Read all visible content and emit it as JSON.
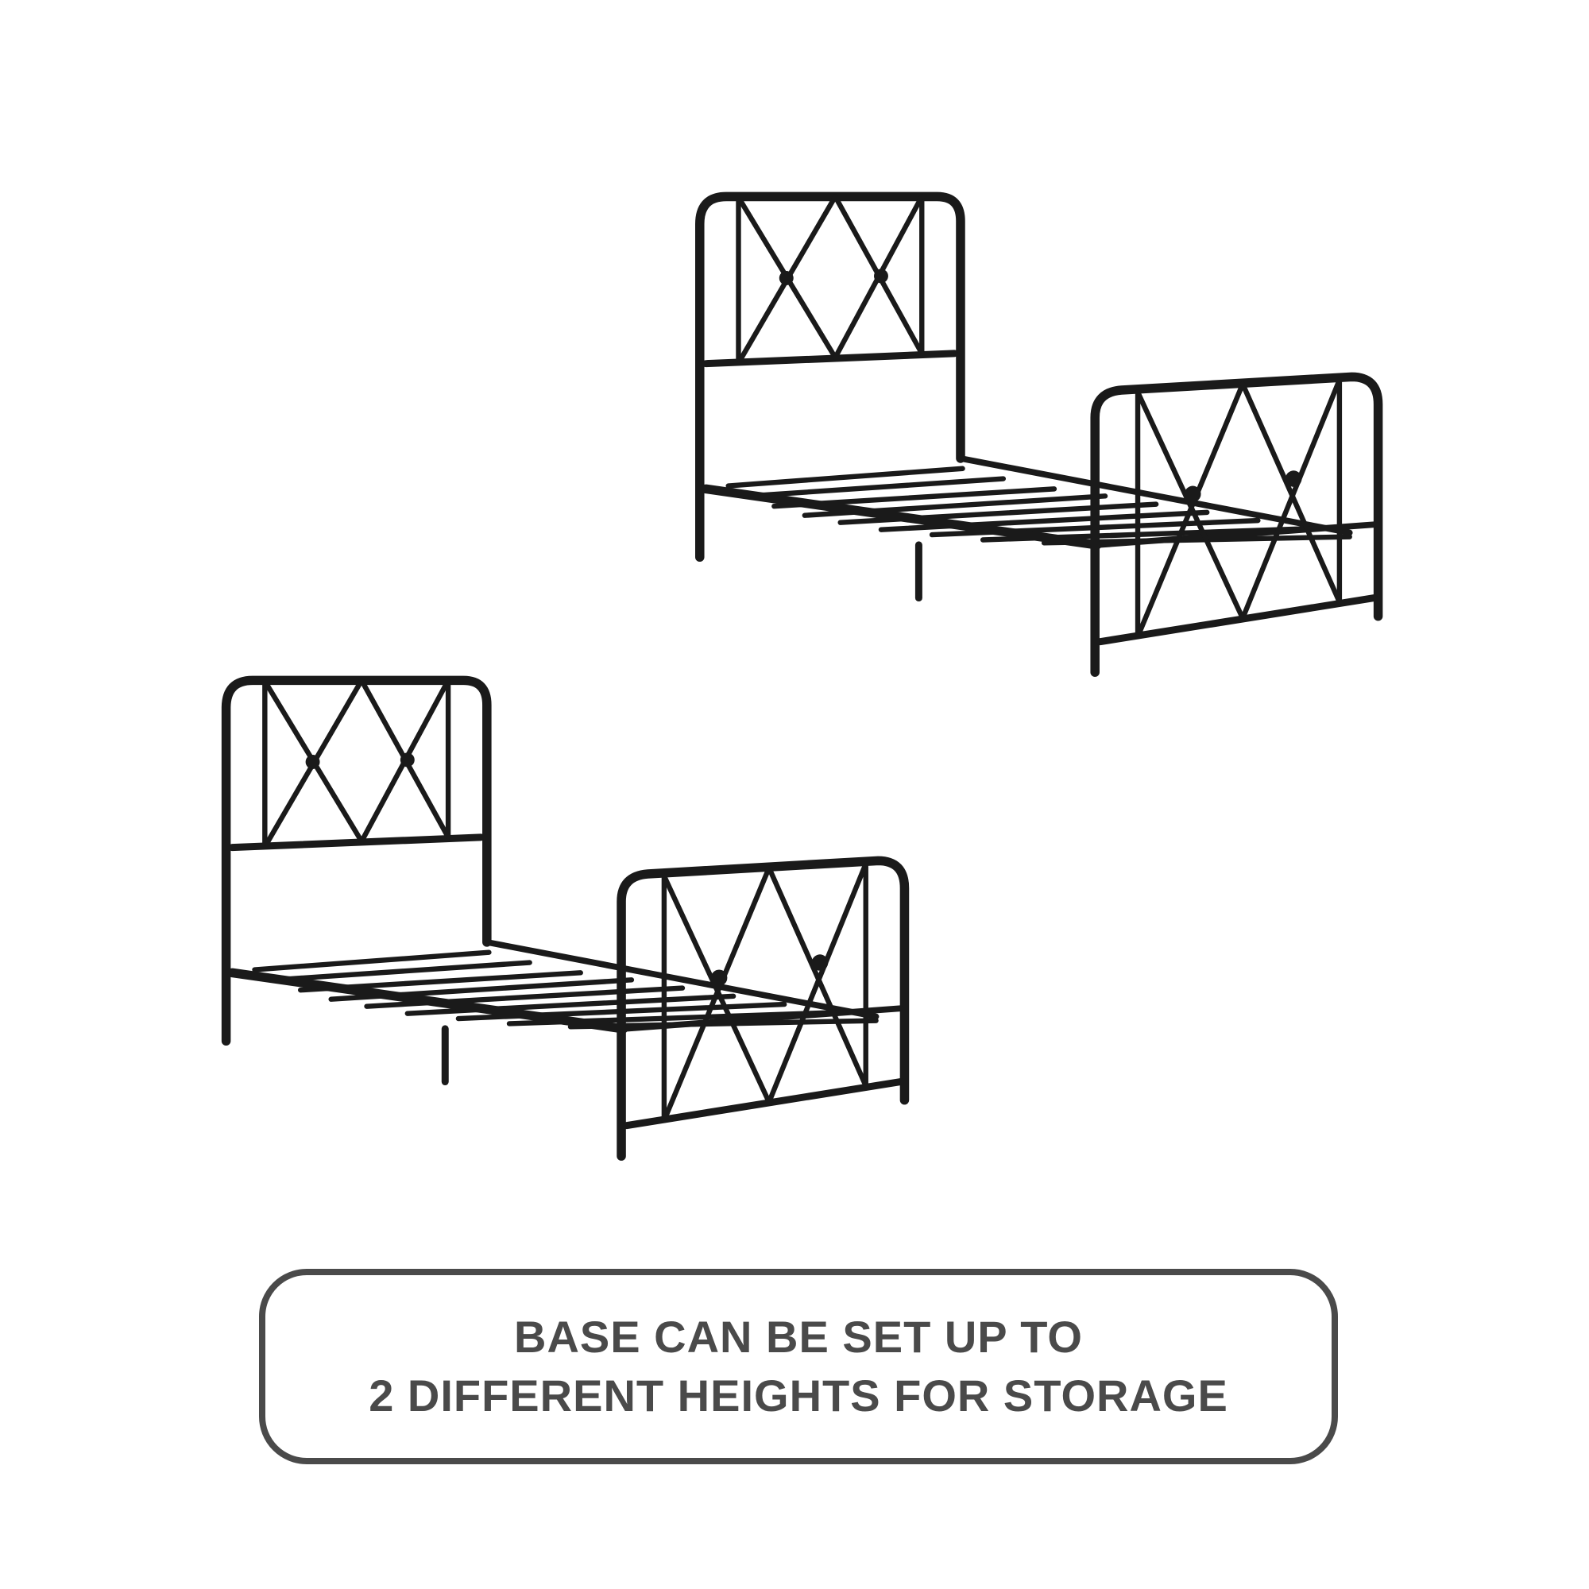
{
  "caption": {
    "line1": "BASE CAN BE SET UP TO",
    "line2": "2 DIFFERENT HEIGHTS FOR STORAGE"
  },
  "colors": {
    "frame": "#1a1a1a",
    "caption": "#4a4a4a"
  },
  "images": [
    {
      "name": "bed-frame-high-setting"
    },
    {
      "name": "bed-frame-low-setting"
    }
  ]
}
